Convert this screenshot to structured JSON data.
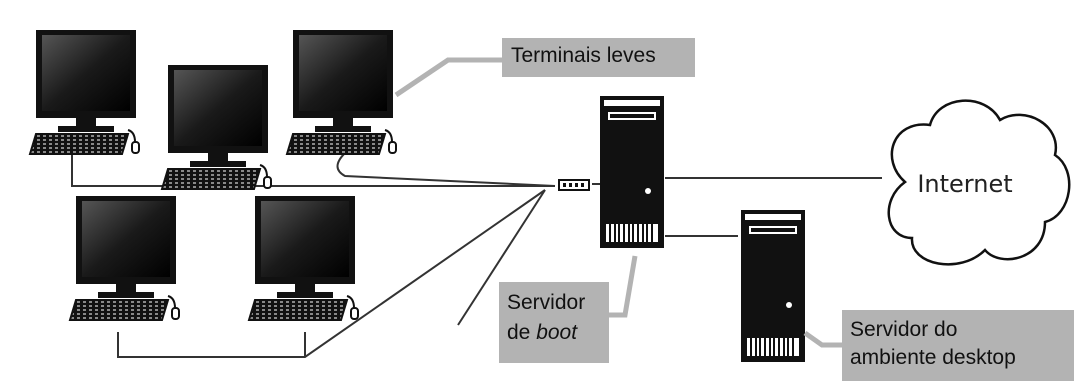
{
  "labels": {
    "thin_clients": "Terminais leves",
    "boot_server_line1": "Servidor",
    "boot_server_line2_prefix": "de ",
    "boot_server_line2_em": "boot",
    "desktop_server_line1": "Servidor do",
    "desktop_server_line2": "ambiente desktop",
    "internet": "Internet"
  },
  "colors": {
    "callout_bg": "#b3b3b3",
    "callout_leader": "#b3b3b3",
    "device": "#111111",
    "cable": "#333333"
  }
}
